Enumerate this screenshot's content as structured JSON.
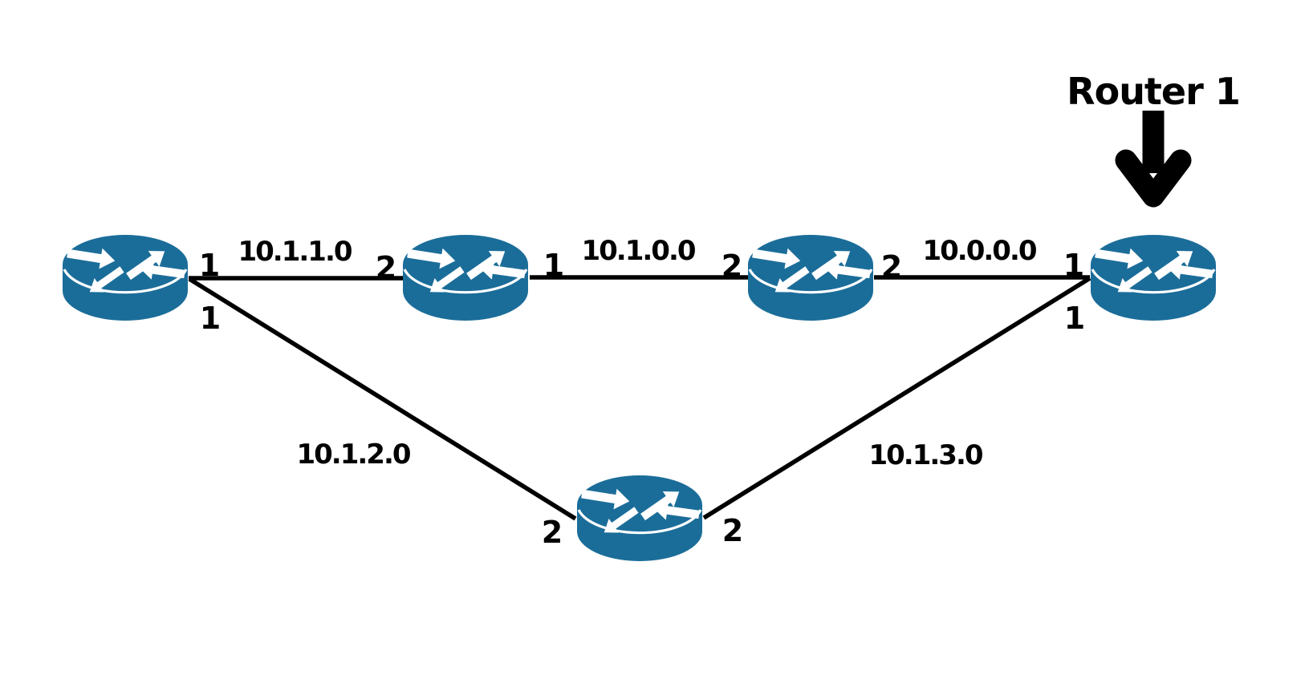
{
  "diagram": {
    "type": "network-topology",
    "background": "#ffffff"
  },
  "colors": {
    "router_fill": "#1B6D99",
    "router_arrows": "#ffffff",
    "line": "#000000",
    "text": "#000000"
  },
  "callout": {
    "label": "Router 1",
    "icon": "down-arrow-icon",
    "target": "router-1"
  },
  "routers": [
    {
      "name": "router-far-left"
    },
    {
      "name": "router-mid-left"
    },
    {
      "name": "router-mid-right"
    },
    {
      "name": "router-1"
    },
    {
      "name": "router-bottom"
    }
  ],
  "links": [
    {
      "network": "10.1.1.0",
      "end_a": "1",
      "end_b": "2"
    },
    {
      "network": "10.1.0.0",
      "end_a": "1",
      "end_b": "2"
    },
    {
      "network": "10.0.0.0",
      "end_a": "2",
      "end_b": "1"
    },
    {
      "network": "10.1.2.0",
      "end_a": "1",
      "end_b": "2"
    },
    {
      "network": "10.1.3.0",
      "end_a": "2",
      "end_b": "1"
    }
  ]
}
